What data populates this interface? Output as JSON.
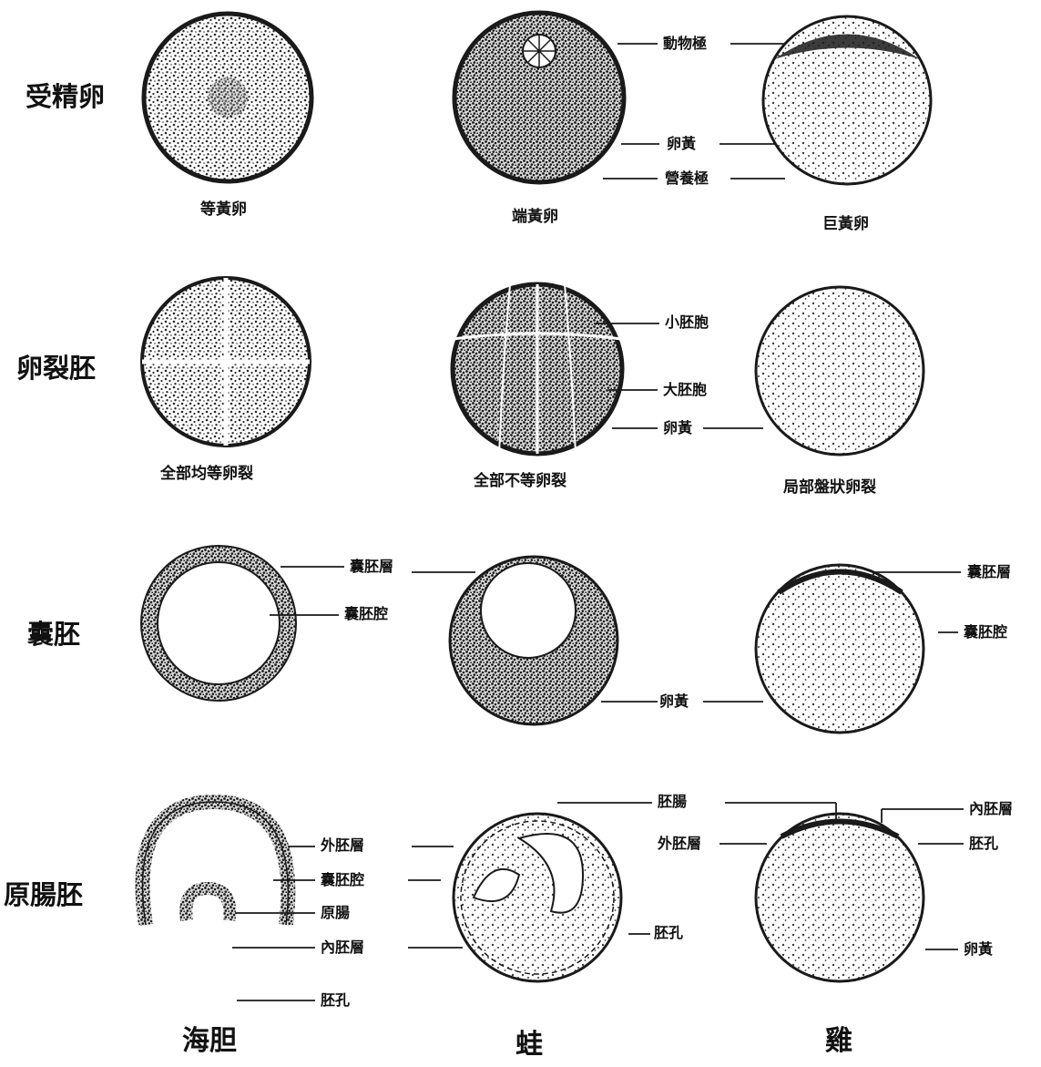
{
  "colors": {
    "ink": "#1a1a1a",
    "speckle": "#2a2a2a",
    "paper": "#ffffff"
  },
  "rows": [
    {
      "label": "受精卵",
      "captions": [
        "等黃卵",
        "端黃卵",
        "巨黃卵"
      ]
    },
    {
      "label": "卵裂胚",
      "captions": [
        "全部均等卵裂",
        "全部不等卵裂",
        "局部盤狀卵裂"
      ]
    },
    {
      "label": "囊胚",
      "captions": []
    },
    {
      "label": "原腸胚",
      "captions": []
    }
  ],
  "bottom_labels": [
    "海胆",
    "蛙",
    "雞"
  ],
  "annotations": {
    "r1": {
      "animal_pole": "動物極",
      "yolk": "卵黃",
      "vegetal_pole": "營養極"
    },
    "r2": {
      "micromere": "小胚胞",
      "macromere": "大胚胞",
      "yolk": "卵黃"
    },
    "r3": {
      "blastoderm": "囊胚層",
      "blastocoel": "囊胚腔",
      "yolk": "卵黃",
      "right_blastoderm": "囊胚層",
      "right_blastocoel": "囊胚腔"
    },
    "r4": {
      "ectoderm": "外胚層",
      "blastocoel": "囊胚腔",
      "archenteron": "原腸",
      "endoderm": "內胚層",
      "blastopore": "胚孔",
      "frog_gut": "胚腸",
      "frog_blastopore": "胚孔",
      "chick_ectoderm": "外胚層",
      "chick_endoderm": "內胚層",
      "chick_blastopore": "胚孔",
      "chick_yolk": "卵黃"
    }
  }
}
